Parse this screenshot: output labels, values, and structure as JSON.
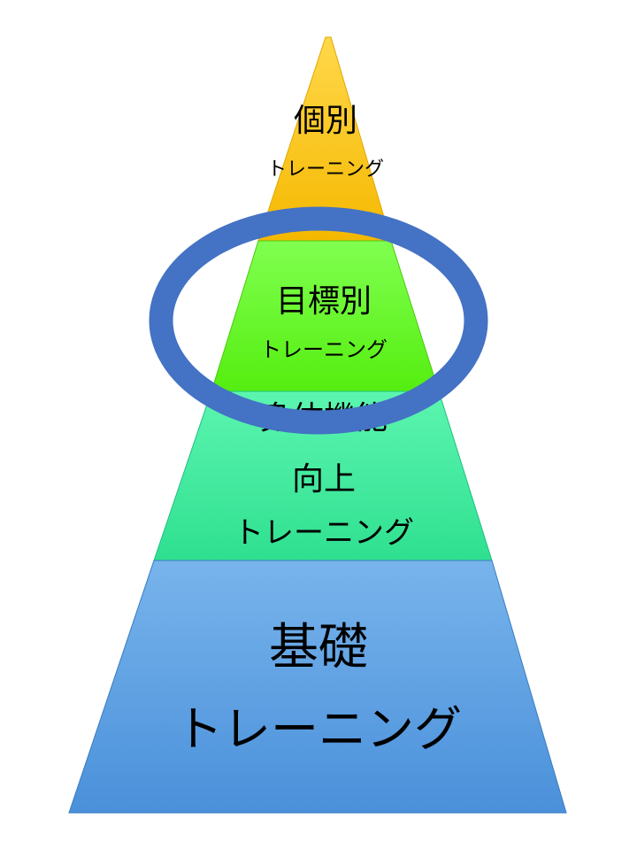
{
  "layers": [
    {
      "title": "個別",
      "subtitle": "トレーニング",
      "color": "#FFC000"
    },
    {
      "title": "目標別",
      "subtitle": "トレーニング",
      "color": "#66FF22"
    },
    {
      "title": "身体機能",
      "title2": "向上",
      "subtitle": "トレーニング",
      "color": "#40F0A0"
    },
    {
      "title": "基礎",
      "subtitle": "トレーニング",
      "color": "#5BA3E6"
    }
  ],
  "highlight": {
    "target": "目標別 トレーニング",
    "color": "#4472C4"
  }
}
